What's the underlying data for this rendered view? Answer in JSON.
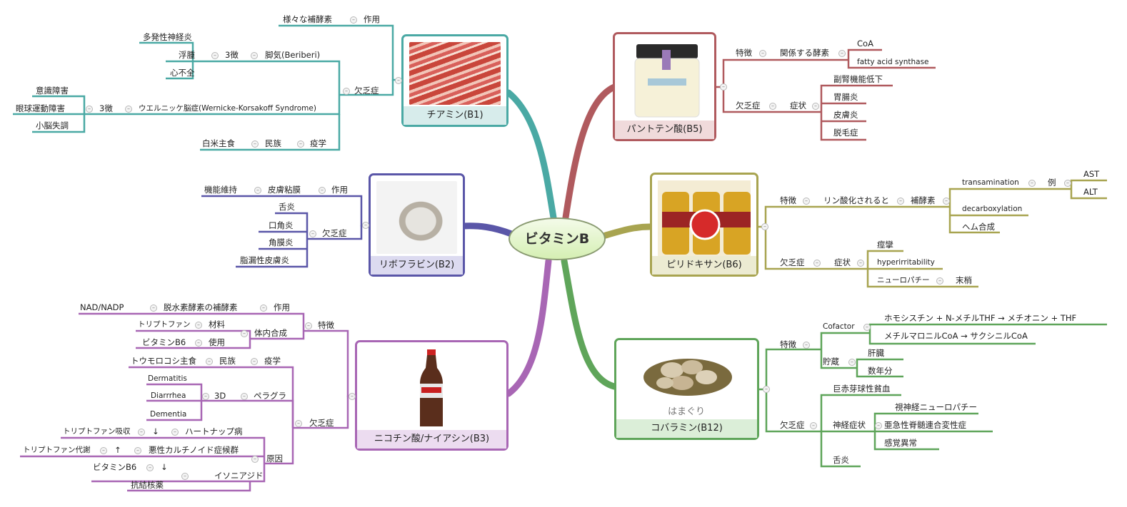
{
  "center": "ビタミンB",
  "b1": {
    "title": "チアミン(B1)",
    "l1": "様々な補酵素",
    "l2": "作用",
    "l3": "多発性神経炎",
    "l4": "浮腫",
    "l5": "3徴",
    "l6": "脚気(Beriberi)",
    "l7": "心不全",
    "l8": "欠乏症",
    "l9": "意識障害",
    "l10": "眼球運動障害",
    "l11": "3徴",
    "l12": "ウエルニッケ脳症(Wernicke-Korsakoff Syndrome)",
    "l13": "小脳失調",
    "l14": "白米主食",
    "l15": "民族",
    "l16": "疫学"
  },
  "b2": {
    "title": "リボフラビン(B2)",
    "l1": "機能維持",
    "l2": "皮膚粘膜",
    "l3": "作用",
    "l4": "舌炎",
    "l5": "口角炎",
    "l6": "角膜炎",
    "l7": "脂漏性皮膚炎",
    "l8": "欠乏症"
  },
  "b3": {
    "title": "ニコチン酸/ナイアシン(B3)",
    "l1": "NAD/NADP",
    "l2": "脱水素酵素の補酵素",
    "l3": "作用",
    "l4": "特徴",
    "l5": "トリプトファン",
    "l6": "材料",
    "l7": "体内合成",
    "l8": "ビタミンB6",
    "l9": "使用",
    "l10": "トウモロコシ主食",
    "l11": "民族",
    "l12": "疫学",
    "l13": "Dermatitis",
    "l14": "Diarrrhea",
    "l15": "3D",
    "l16": "ペラグラ",
    "l17": "Dementia",
    "l18": "欠乏症",
    "l19": "トリプトファン吸収",
    "l20": "↓",
    "l21": "ハートナップ病",
    "l22": "トリプトファン代謝",
    "l23": "↑",
    "l24": "悪性カルチノイド症候群",
    "l25": "原因",
    "l26": "ビタミンB6",
    "l27": "↓",
    "l28": "イソニアジド",
    "l29": "抗結核薬"
  },
  "b5": {
    "title": "パントテン酸(B5)",
    "l1": "特徴",
    "l2": "関係する酵素",
    "l3": "CoA",
    "l4": "fatty acid synthase",
    "l5": "副腎機能低下",
    "l6": "胃腸炎",
    "l7": "欠乏症",
    "l8": "症状",
    "l9": "皮膚炎",
    "l10": "脱毛症"
  },
  "b6": {
    "title": "ピリドキサン(B6)",
    "l1": "transamination",
    "l2": "例",
    "l3": "AST",
    "l4": "ALT",
    "l5": "特徴",
    "l6": "リン酸化されると",
    "l7": "補酵素",
    "l8": "decarboxylation",
    "l9": "ヘム合成",
    "l10": "痙攣",
    "l11": "欠乏症",
    "l12": "症状",
    "l13": "hyperirritability",
    "l14": "ニューロパチー",
    "l15": "末梢"
  },
  "b12": {
    "title": "コバラミン(B12)",
    "image_caption": "はまぐり",
    "l1": "Cofactor",
    "l2": "ホモシスチン + N-メチルTHF → メチオニン + THF",
    "l3": "メチルマロニルCoA → サクシニルCoA",
    "l4": "特徴",
    "l5": "貯蔵",
    "l6": "肝臓",
    "l7": "数年分",
    "l8": "巨赤芽球性貧血",
    "l9": "視神経ニューロパチー",
    "l10": "欠乏症",
    "l11": "神経症状",
    "l12": "亜急性脊髄連合変性症",
    "l13": "感覚異常",
    "l14": "舌炎"
  },
  "colors": {
    "b1": "#4aa9a4",
    "b2": "#5a56a8",
    "b3": "#a866b4",
    "b5": "#b05a5e",
    "b6": "#a8a450",
    "b12": "#5fa55a"
  }
}
